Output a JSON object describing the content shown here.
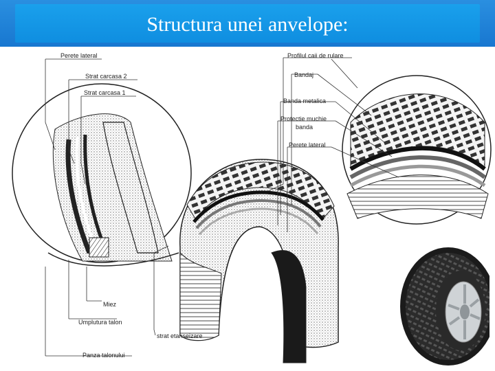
{
  "title": "Structura unei anvelope:",
  "labels": {
    "perete_lateral_left": "Perete lateral",
    "strat_carcasa_2": "Strat carcasa 2",
    "strat_carcasa_1": "Strat carcasa 1",
    "miez": "Miez",
    "umplutura_talon": "Umplutura talon",
    "panza_talonului": "Panza talonului",
    "strat_etanseizare": "strat etanseizare",
    "profilul_caii": "Profilul caii de rulare",
    "bandaj": "Bandaj",
    "banda_metalica": "Banda metalica",
    "protectie_line1": "Protectie muchie",
    "protectie_line2": "banda",
    "perete_lateral_right": "Perete lateral"
  }
}
